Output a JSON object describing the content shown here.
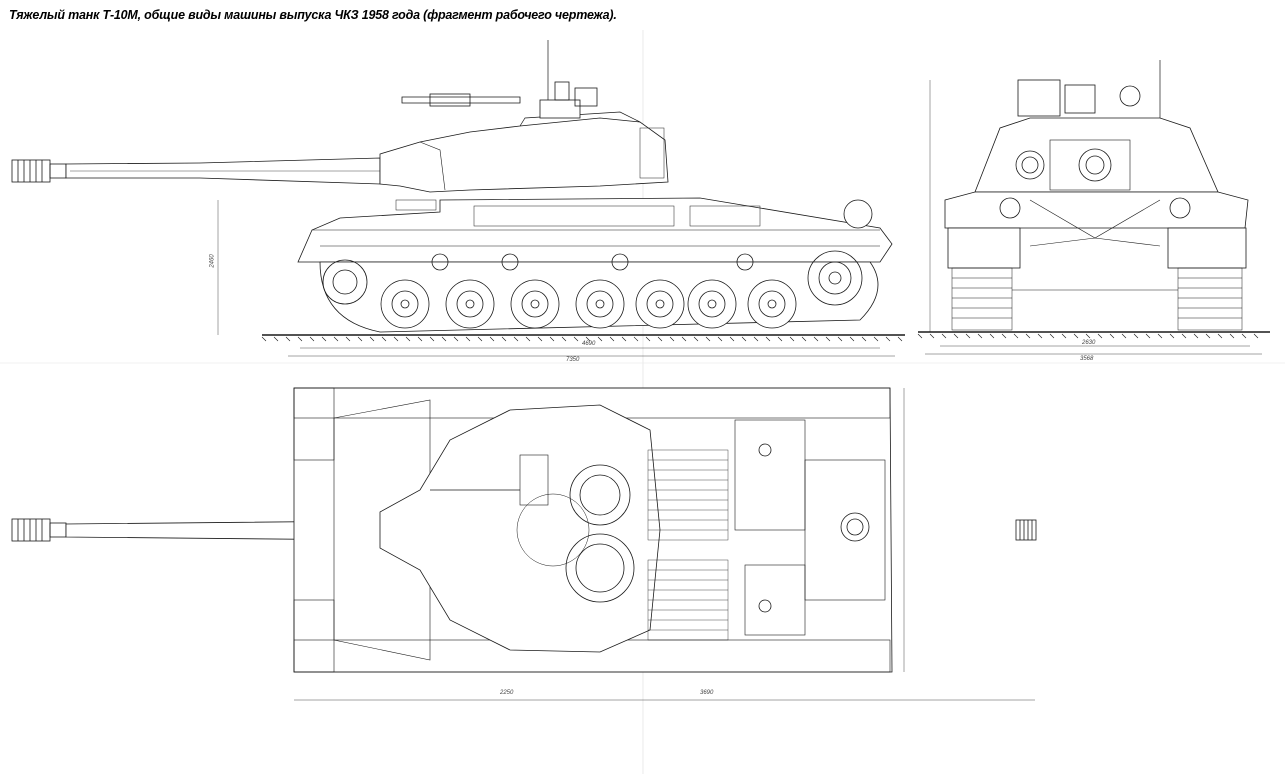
{
  "title": "Тяжелый танк Т-10М, общие виды машины выпуска ЧКЗ 1958 года (фрагмент рабочего чертежа).",
  "dimensions": {
    "side_track_length": "4690",
    "side_overall_length": "7350",
    "side_height": "2460",
    "front_width_inner": "2630",
    "front_width_overall": "3568",
    "top_left": "2250",
    "top_right": "3690"
  },
  "colors": {
    "ink": "#1a1a1a",
    "background": "#ffffff"
  }
}
